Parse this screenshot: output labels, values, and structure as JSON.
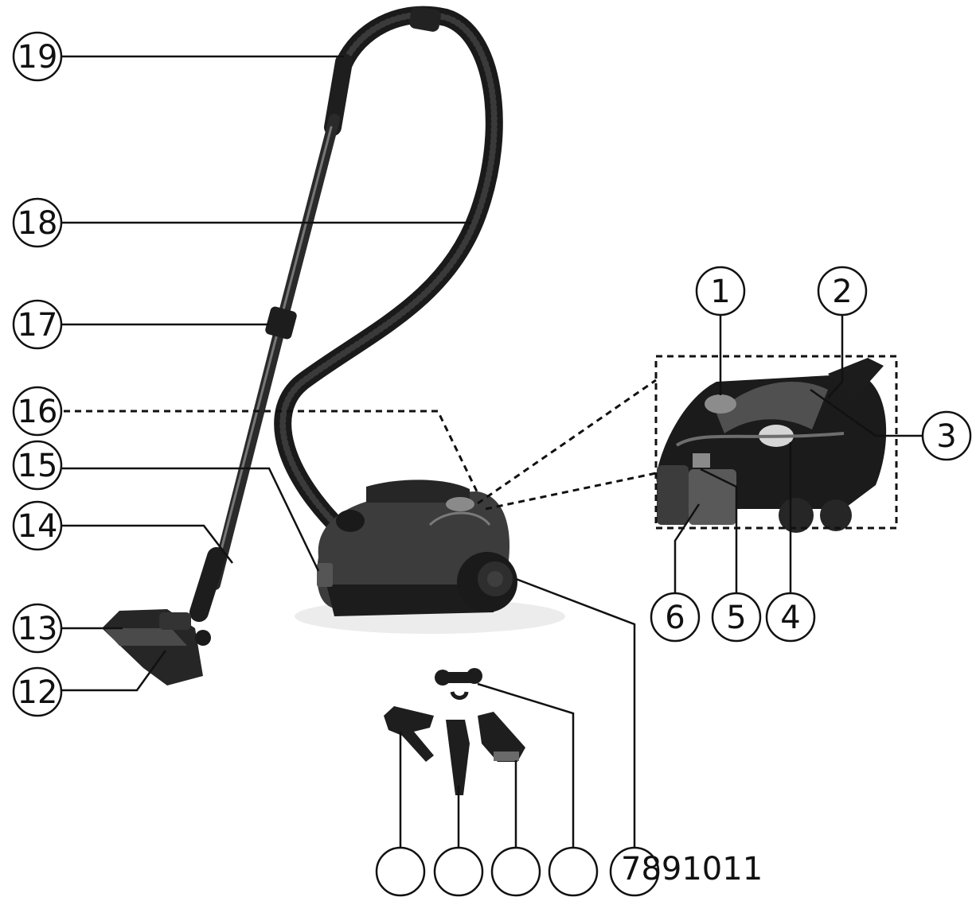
{
  "callouts": {
    "c1": "1",
    "c2": "2",
    "c3": "3",
    "c4": "4",
    "c5": "5",
    "c6": "6",
    "c12": "12",
    "c13": "13",
    "c14": "14",
    "c15": "15",
    "c16": "16",
    "c17": "17",
    "c18": "18",
    "c19": "19"
  },
  "bottom_labels_text": "7891011",
  "colors": {
    "ink": "#111111",
    "body_dark": "#2b2b2b",
    "body_mid": "#4a4a4a",
    "highlight": "#9a9a9a"
  }
}
